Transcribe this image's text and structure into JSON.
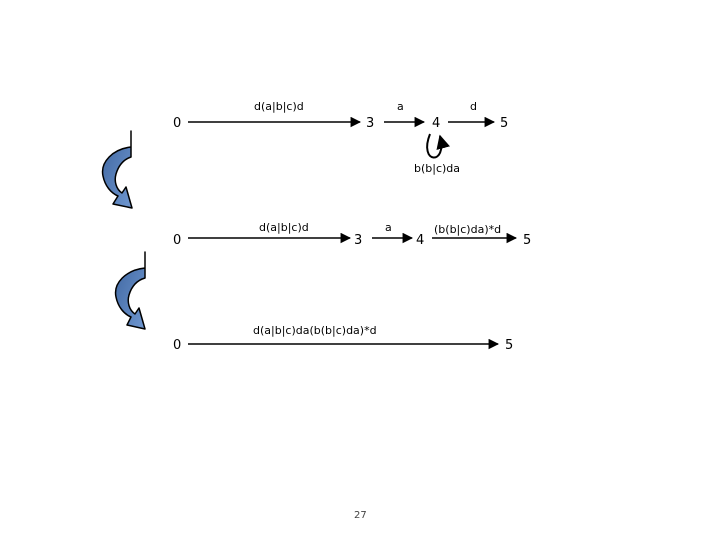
{
  "diagram": {
    "row1": {
      "states": [
        "0",
        "3",
        "4",
        "5"
      ],
      "edges": {
        "e03": "d(a|b|c)d",
        "e34": "a",
        "loop4": "b(b|c)da",
        "e45": "d"
      }
    },
    "row2": {
      "states": [
        "0",
        "3",
        "4",
        "5"
      ],
      "edges": {
        "e03": "d(a|b|c)d",
        "e34": "a",
        "e45": "(b(b|c)da)*d"
      }
    },
    "row3": {
      "states": [
        "0",
        "5"
      ],
      "edges": {
        "e05": "d(a|b|c)da(b(b|c)da)*d"
      }
    }
  },
  "arrow_color": "#4a72b0",
  "page_number": "27"
}
